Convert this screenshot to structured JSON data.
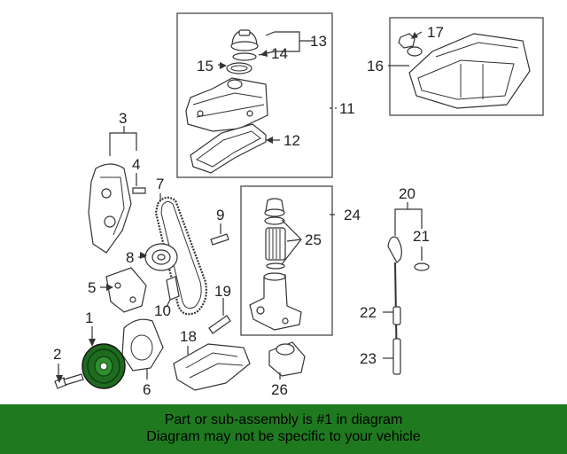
{
  "callouts": [
    "1",
    "2",
    "3",
    "4",
    "5",
    "6",
    "7",
    "8",
    "9",
    "10",
    "11",
    "12",
    "13",
    "14",
    "15",
    "16",
    "17",
    "18",
    "19",
    "20",
    "21",
    "22",
    "23",
    "24",
    "25",
    "26"
  ],
  "banner": {
    "line1": "Part or sub-assembly is #1 in diagram",
    "line2": "Diagram may not be specific to your vehicle"
  },
  "colors": {
    "highlight": "#1f7a1f"
  }
}
